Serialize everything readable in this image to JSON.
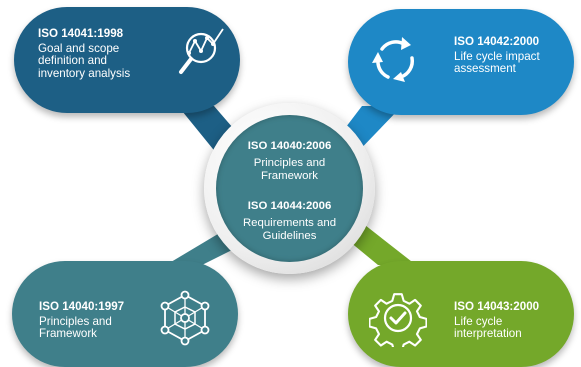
{
  "hub": {
    "blocks": [
      {
        "code": "ISO 14040:2006",
        "desc": "Principles and\nFramework"
      },
      {
        "code": "ISO 14044:2006",
        "desc": "Requirements and\nGuidelines"
      }
    ]
  },
  "pills": {
    "top_left": {
      "code": "ISO 14041:1998",
      "desc": "Goal and scope\ndefinition and\ninventory analysis",
      "color": "#1d5f85",
      "icon": "magnifier-chart-icon"
    },
    "top_right": {
      "code": "ISO 14042:2000",
      "desc": "Life cycle impact\nassessment",
      "color": "#1e88c6",
      "icon": "cycle-arrows-icon"
    },
    "bottom_left": {
      "code": "ISO 14040:1997",
      "desc": "Principles and\nFramework",
      "color": "#3f7f8a",
      "icon": "network-icon"
    },
    "bottom_right": {
      "code": "ISO 14043:2000",
      "desc": "Life cycle\ninterpretation",
      "color": "#74a82a",
      "icon": "gear-check-icon"
    }
  }
}
